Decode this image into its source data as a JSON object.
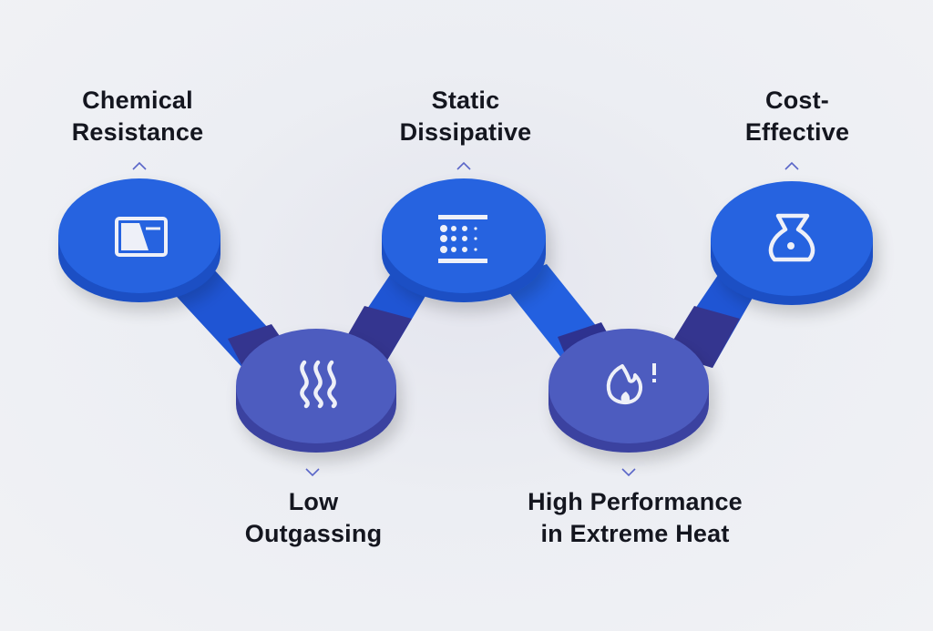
{
  "title": "Material properties diagram",
  "colors": {
    "background": "#eceef3",
    "top_disk": "#2563e0",
    "top_disk_side": "#1a4fc4",
    "bottom_disk": "#4e5bbf",
    "bottom_disk_side": "#3a43a0",
    "connector_light": "#1f55d4",
    "connector_dark": "#34358f",
    "icon": "#eef0f8",
    "chevron": "#5a66c8",
    "text": "#14161f"
  },
  "nodes": [
    {
      "id": "chemical-resistance",
      "lines": [
        "Chemical",
        "Resistance"
      ],
      "icon": "window-icon",
      "position": "top",
      "chevron": "up-chevron"
    },
    {
      "id": "low-outgassing",
      "lines": [
        "Low",
        "Outgassing"
      ],
      "icon": "heat-waves-icon",
      "position": "bottom",
      "chevron": "down-chevron"
    },
    {
      "id": "static-dissipative",
      "lines": [
        "Static",
        "Dissipative"
      ],
      "icon": "dot-grid-icon",
      "position": "top",
      "chevron": "up-chevron"
    },
    {
      "id": "high-performance-extreme-heat",
      "lines": [
        "High Performance",
        "in Extreme Heat"
      ],
      "icon": "flame-alert-icon",
      "position": "bottom",
      "chevron": "down-chevron"
    },
    {
      "id": "cost-effective",
      "lines": [
        "Cost-",
        "Effective"
      ],
      "icon": "money-bag-icon",
      "position": "top",
      "chevron": "up-chevron"
    }
  ]
}
